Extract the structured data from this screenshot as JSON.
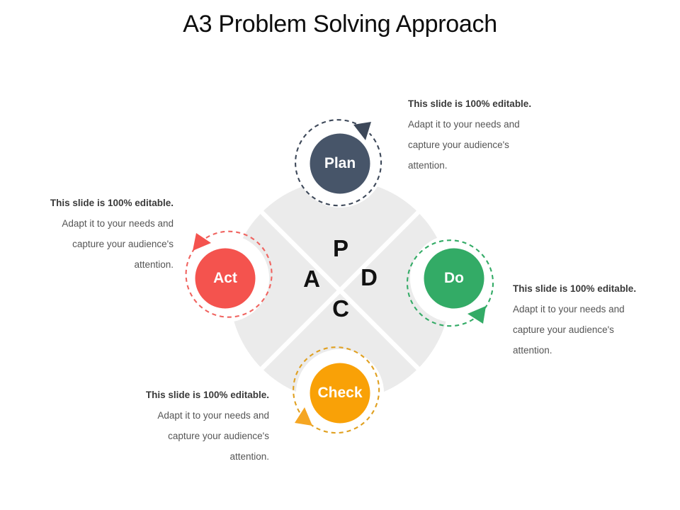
{
  "slide": {
    "title": "A3 Problem Solving Approach",
    "background": "#ffffff"
  },
  "center": {
    "letters": [
      {
        "key": "p",
        "text": "P"
      },
      {
        "key": "d",
        "text": "D"
      },
      {
        "key": "c",
        "text": "C"
      },
      {
        "key": "a",
        "text": "A"
      }
    ],
    "wheel_color": "#ebebeb",
    "divider_color": "#ffffff"
  },
  "nodes": [
    {
      "id": "plan",
      "label": "Plan",
      "color": "#475569",
      "dash_color": "#3d4859",
      "position": "top"
    },
    {
      "id": "do",
      "label": "Do",
      "color": "#33ab66",
      "dash_color": "#33ab66",
      "position": "right"
    },
    {
      "id": "check",
      "label": "Check",
      "color": "#f9a107",
      "dash_color": "#e0a020",
      "position": "bottom"
    },
    {
      "id": "act",
      "label": "Act",
      "color": "#f4534e",
      "dash_color": "#f06460",
      "position": "left"
    }
  ],
  "captions": [
    {
      "id": "plan-caption",
      "for_node": "plan",
      "align": "left",
      "heading": "This slide is 100% editable.",
      "line1": "Adapt it to your needs and",
      "line2": "capture your audience's",
      "line3": "attention."
    },
    {
      "id": "do-caption",
      "for_node": "do",
      "align": "left",
      "heading": "This slide is 100% editable.",
      "line1": "Adapt it to your needs and",
      "line2": "capture your audience's",
      "line3": "attention."
    },
    {
      "id": "check-caption",
      "for_node": "check",
      "align": "right",
      "heading": "This slide is 100% editable.",
      "line1": "Adapt it to your needs and",
      "line2": "capture your audience's",
      "line3": "attention."
    },
    {
      "id": "act-caption",
      "for_node": "act",
      "align": "right",
      "heading": "This slide is 100% editable.",
      "line1": "Adapt it to your needs and",
      "line2": "capture your audience's",
      "line3": "attention."
    }
  ]
}
